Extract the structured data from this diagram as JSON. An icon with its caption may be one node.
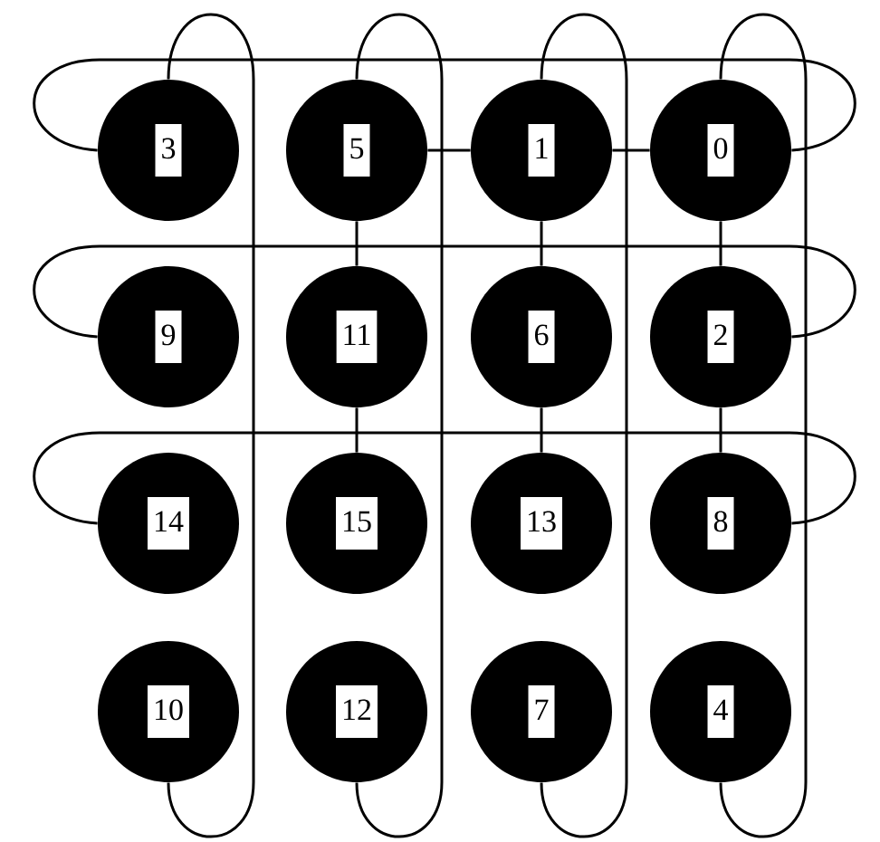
{
  "diagram": {
    "nodes": [
      {
        "text": [
          "3"
        ]
      },
      {
        "text": [
          "5"
        ]
      },
      {
        "text": [
          "1"
        ]
      },
      {
        "text": [
          "0"
        ]
      },
      {
        "text": [
          "9"
        ]
      },
      {
        "text": [
          "11"
        ]
      },
      {
        "text": [
          "6"
        ]
      },
      {
        "text": [
          "2"
        ]
      },
      {
        "text": [
          "14"
        ]
      },
      {
        "text": [
          "15"
        ]
      },
      {
        "text": [
          "13"
        ]
      },
      {
        "text": [
          "8"
        ]
      },
      {
        "text": [
          "10"
        ]
      },
      {
        "text": [
          "12"
        ]
      },
      {
        "text": [
          "7"
        ]
      },
      {
        "text": [
          "4"
        ]
      }
    ],
    "edges": [
      {
        "from": 0,
        "to": 3,
        "arrow": "none"
      },
      {
        "from": 1,
        "to": 2,
        "arrow": "none"
      },
      {
        "from": 2,
        "to": 3,
        "arrow": "none"
      },
      {
        "from": 4,
        "to": 7,
        "arrow": "none"
      },
      {
        "from": 8,
        "to": 11,
        "arrow": "none"
      },
      {
        "from": 1,
        "to": 5,
        "arrow": "none"
      },
      {
        "from": 5,
        "to": 9,
        "arrow": "none"
      },
      {
        "from": 2,
        "to": 6,
        "arrow": "none"
      },
      {
        "from": 6,
        "to": 10,
        "arrow": "none"
      },
      {
        "from": 3,
        "to": 7,
        "arrow": "none"
      },
      {
        "from": 7,
        "to": 11,
        "arrow": "none"
      },
      {
        "from": 0,
        "to": 12,
        "arrow": "none"
      },
      {
        "from": 1,
        "to": 13,
        "arrow": "none"
      },
      {
        "from": 2,
        "to": 14,
        "arrow": "none"
      },
      {
        "from": 3,
        "to": 15,
        "arrow": "none"
      }
    ]
  }
}
